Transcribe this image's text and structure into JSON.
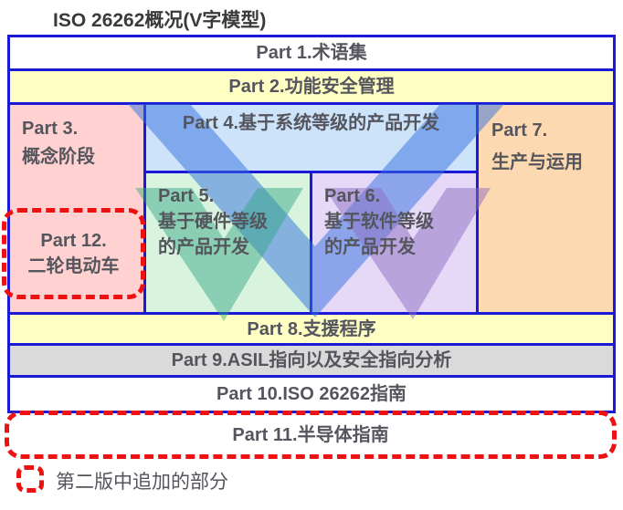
{
  "title": "ISO 26262概况(V字模型)",
  "cells": {
    "part1": {
      "label": "Part 1.术语集"
    },
    "part2": {
      "label": "Part 2.功能安全管理"
    },
    "part3": {
      "line1": "Part 3.",
      "line2": "概念阶段"
    },
    "part4": {
      "label": "Part 4.基于系统等级的产品开发"
    },
    "part5": {
      "line1": "Part 5.",
      "line2": "基于硬件等级",
      "line3": "的产品开发"
    },
    "part6": {
      "line1": "Part 6.",
      "line2": "基于软件等级",
      "line3": "的产品开发"
    },
    "part7": {
      "line1": "Part 7.",
      "line2": "生产与运用"
    },
    "part8": {
      "label": "Part 8.支援程序"
    },
    "part9": {
      "label": "Part 9.ASIL指向以及安全指向分析"
    },
    "part10": {
      "label": "Part 10.ISO 26262指南"
    },
    "part11": {
      "label": "Part 11.半导体指南"
    },
    "part12": {
      "line1": "Part 12.",
      "line2": "二轮电动车"
    }
  },
  "legend": {
    "label": "第二版中追加的部分"
  },
  "colors": {
    "border_blue": "#1a1ad6",
    "dashed_red": "#ee1111",
    "text_gray": "#54555d",
    "part1_bg": "#ffffff",
    "part2_bg": "#ffffc4",
    "part3_bg": "#ffd1d1",
    "part4_bg": "#cce3f9",
    "part5_bg": "#d8f3de",
    "part6_bg": "#e6d9f7",
    "part7_bg": "#fcd9b0",
    "part8_bg": "#ffffc4",
    "part9_bg": "#dadada",
    "part10_bg": "#ffffff",
    "v_blue": "#326fdf",
    "v_green": "#2ca37e",
    "v_purple": "#8c6dc1"
  }
}
